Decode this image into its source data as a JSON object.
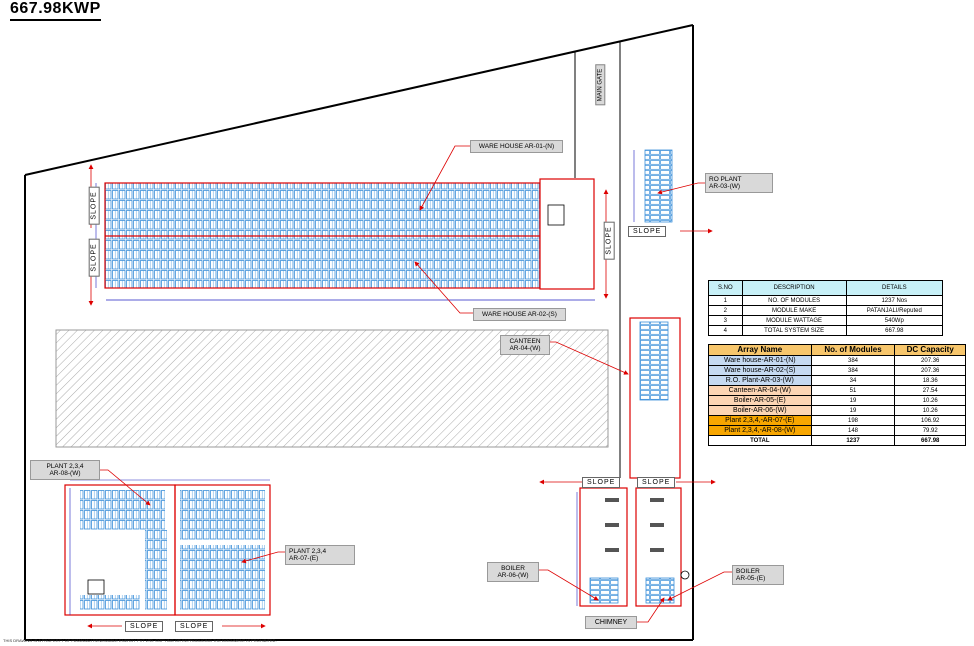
{
  "title": "667.98KWP",
  "labels": {
    "main_gate": "MAIN GATE",
    "ar01": "WARE HOUSE AR-01-(N)",
    "ar02": "WARE HOUSE AR-02-(S)",
    "ro_plant_1": "RO PLANT",
    "ro_plant_2": "AR-03-(W)",
    "canteen_1": "CANTEEN",
    "canteen_2": "AR-04-(W)",
    "plant8_1": "PLANT 2,3,4",
    "plant8_2": "AR-08-(W)",
    "plant7_1": "PLANT 2,3,4",
    "plant7_2": "AR-07-(E)",
    "boiler6_1": "BOILER",
    "boiler6_2": "AR-06-(W)",
    "boiler5_1": "BOILER",
    "boiler5_2": "AR-05-(E)",
    "chimney": "CHIMNEY",
    "slope": "SLOPE",
    "footer": "THIS DRAWING IS A PROPERTY OF PATANJALI RENEWABLE ENERGY PVT LTD. COPYING OR REPRODUCING THE DOCUMENT IS PROHIBITED."
  },
  "spec_table": {
    "headers": [
      "S.NO",
      "DESCRIPTION",
      "DETAILS"
    ],
    "rows": [
      [
        "1",
        "NO. OF MODULES",
        "1237 Nos"
      ],
      [
        "2",
        "MODULE MAKE",
        "PATANJALI/Reputed"
      ],
      [
        "3",
        "MODULE WATTAGE",
        "540Wp"
      ],
      [
        "4",
        "TOTAL SYSTEM SIZE",
        "667.98"
      ]
    ]
  },
  "array_table": {
    "headers": [
      "Array Name",
      "No. of Modules",
      "DC Capacity"
    ],
    "rows": [
      {
        "name": "Ware house-AR-01-(N)",
        "modules": "384",
        "dc": "207.36",
        "color": "#c5d9f1"
      },
      {
        "name": "Ware house-AR-02-(S)",
        "modules": "384",
        "dc": "207.36",
        "color": "#c5d9f1"
      },
      {
        "name": "R.O. Plant-AR-03-(W)",
        "modules": "34",
        "dc": "18.36",
        "color": "#c5d9f1"
      },
      {
        "name": "Canteen-AR-04-(W)",
        "modules": "51",
        "dc": "27.54",
        "color": "#fcd5b4"
      },
      {
        "name": "Boiler-AR-05-(E)",
        "modules": "19",
        "dc": "10.26",
        "color": "#fcd5b4"
      },
      {
        "name": "Boiler-AR-06-(W)",
        "modules": "19",
        "dc": "10.26",
        "color": "#fcd5b4"
      },
      {
        "name": "Plant 2,3,4,-AR-07-(E)",
        "modules": "198",
        "dc": "106.92",
        "color": "#f7a600"
      },
      {
        "name": "Plant 2,3,4,-AR-08-(W)",
        "modules": "148",
        "dc": "79.92",
        "color": "#f7a600"
      }
    ],
    "total": {
      "name": "TOTAL",
      "modules": "1237",
      "dc": "667.98"
    }
  },
  "colors": {
    "boundary": "#e00000",
    "dimension": "#2020c0",
    "module": "#3a8fd9",
    "hatch": "#999999"
  }
}
